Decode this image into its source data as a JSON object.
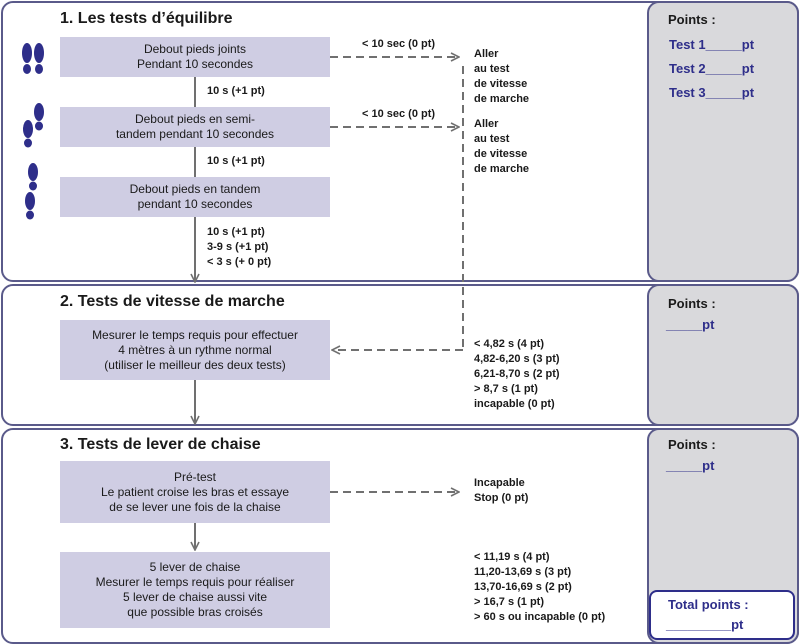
{
  "section1": {
    "title": "1. Les tests d’équilibre",
    "box1": "Debout pieds joints\nPendant 10 secondes",
    "box2": "Debout pieds en semi-\ntandem pendant 10 secondes",
    "box3": "Debout pieds en tandem\npendant 10 secondes",
    "step1": "10 s (+1 pt)",
    "step2": "10 s (+1 pt)",
    "step3": "10 s (+1 pt)\n3-9 s (+1 pt)\n< 3 s (+ 0 pt)",
    "fail1": "< 10 sec (0 pt)",
    "fail2": "< 10 sec (0 pt)",
    "goto1": "Aller\nau test\nde vitesse\nde marche",
    "goto2": "Aller\nau test\nde vitesse\nde marche",
    "points_title": "Points :",
    "points_lines": [
      "Test 1_____pt",
      "Test 2_____pt",
      "Test 3_____pt"
    ]
  },
  "section2": {
    "title": "2. Tests de vitesse de marche",
    "box": "Mesurer le temps requis pour effectuer\n4 mètres à un rythme normal\n(utiliser le meilleur des deux tests)",
    "scores": "< 4,82 s (4 pt)\n4,82-6,20 s (3 pt)\n6,21-8,70 s (2 pt)\n> 8,7 s (1 pt)\nincapable (0 pt)",
    "points_title": "Points :",
    "points_line": "_____pt"
  },
  "section3": {
    "title": "3. Tests de lever de chaise",
    "box1": "Pré-test\nLe patient croise les bras et essaye\nde se lever une fois de la chaise",
    "fail": "Incapable\nStop (0 pt)",
    "box2": "5 lever de chaise\nMesurer le temps requis pour réaliser\n5 lever de chaise aussi vite\nque possible bras croisés",
    "scores": "< 11,19 s (4 pt)\n11,20-13,69 s (3 pt)\n13,70-16,69 s (2 pt)\n> 16,7 s (1 pt)\n> 60 s ou incapable (0 pt)",
    "points_title": "Points :",
    "points_line": "_____pt",
    "total_title": "Total points :",
    "total_line": "_________pt"
  },
  "colors": {
    "box_fill": "#cfcde3",
    "border": "#5a5a8a",
    "side_fill": "#d9d9dc",
    "foot": "#2e2e8a",
    "points_text": "#2e2e8a"
  },
  "icons": [
    "feet-together-icon",
    "feet-semi-tandem-icon",
    "feet-tandem-icon"
  ]
}
